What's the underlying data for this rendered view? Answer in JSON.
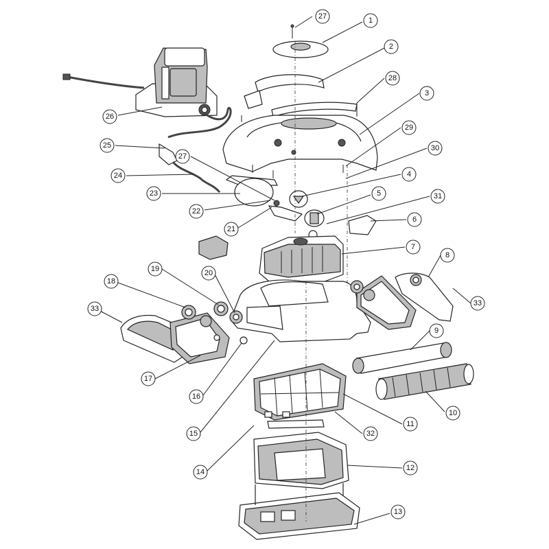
{
  "callouts": [
    {
      "label": "1"
    },
    {
      "label": "2"
    },
    {
      "label": "3"
    },
    {
      "label": "4"
    },
    {
      "label": "5"
    },
    {
      "label": "6"
    },
    {
      "label": "7"
    },
    {
      "label": "8"
    },
    {
      "label": "9"
    },
    {
      "label": "10"
    },
    {
      "label": "11"
    },
    {
      "label": "12"
    },
    {
      "label": "13"
    },
    {
      "label": "14"
    },
    {
      "label": "15"
    },
    {
      "label": "16"
    },
    {
      "label": "17"
    },
    {
      "label": "18"
    },
    {
      "label": "19"
    },
    {
      "label": "20"
    },
    {
      "label": "21"
    },
    {
      "label": "22"
    },
    {
      "label": "23"
    },
    {
      "label": "24"
    },
    {
      "label": "25"
    },
    {
      "label": "26"
    },
    {
      "label": "27"
    },
    {
      "label": "28"
    },
    {
      "label": "29"
    },
    {
      "label": "30"
    },
    {
      "label": "31"
    },
    {
      "label": "32"
    },
    {
      "label": "33"
    },
    {
      "label": "27"
    },
    {
      "label": "33"
    }
  ],
  "colors": {
    "line": "#222222",
    "fill": "#ffffff",
    "shade": "#bdbdbd"
  }
}
